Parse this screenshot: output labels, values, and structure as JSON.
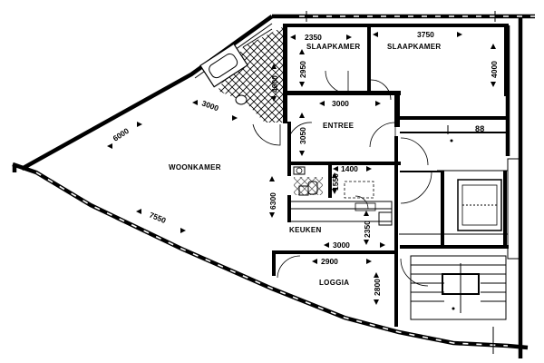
{
  "rooms": {
    "woonkamer": "WOONKAMER",
    "slaapkamer1": "SLAAPKAMER",
    "slaapkamer2": "SLAAPKAMER",
    "entree": "ENTREE",
    "keuken": "KEUKEN",
    "loggia": "LOGGIA"
  },
  "dimensions": {
    "slaapkamer1_width": "2350",
    "slaapkamer1_depth": "2950",
    "slaapkamer2_width": "3750",
    "slaapkamer2_depth": "4000",
    "bathroom_depth": "4000",
    "entree_width": "3000",
    "entree_depth": "3050",
    "wc_width": "1400",
    "wc_depth": "1550",
    "woonkamer_wall": "3000",
    "woonkamer_diag": "6000",
    "woonkamer_front": "7550",
    "woonkamer_depth": "6300",
    "keuken_depth": "2350",
    "keuken_width": "3000",
    "loggia_width": "2900",
    "loggia_depth": "2800"
  },
  "unit_number": "88"
}
